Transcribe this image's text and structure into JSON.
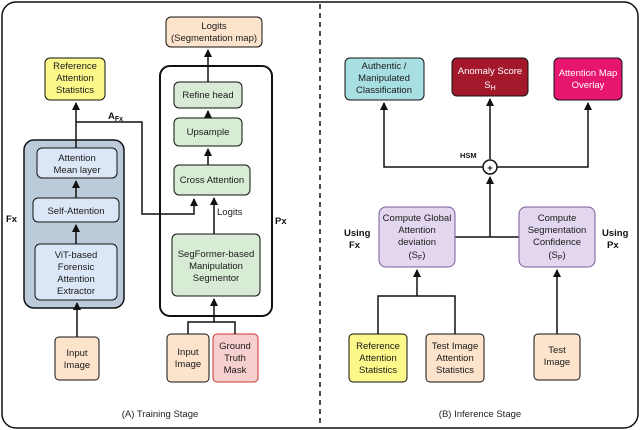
{
  "training": {
    "caption": "(A) Training Stage",
    "fx_label": "Fx",
    "px_label": "Px",
    "ref_stats": [
      "Reference",
      "Attention",
      "Statistics"
    ],
    "afx_label": "A",
    "afx_sub": "Fx",
    "attn_mean": [
      "Attention",
      "Mean layer"
    ],
    "self_attn": "Self-Attention",
    "vit": [
      "ViT-based",
      "Forensic",
      "Attention",
      "Extractor"
    ],
    "input_image": [
      "Input",
      "Image"
    ],
    "logits_seg": [
      "Logits",
      "(Segmentation map)"
    ],
    "refine": "Refine head",
    "upsample": "Upsample",
    "cross_attn": "Cross Attention",
    "logits": "Logits",
    "segformer": [
      "SegFormer-based",
      "Manipulation",
      "Segmentor"
    ],
    "input_image2": [
      "Input",
      "Image"
    ],
    "gt_mask": [
      "Ground",
      "Truth",
      "Mask"
    ]
  },
  "inference": {
    "caption": "(B) Inference Stage",
    "auth_class": [
      "Authentic /",
      "Manipulated",
      "Classification"
    ],
    "anomaly": [
      "Anomaly Score",
      "S",
      "H"
    ],
    "attn_overlay": [
      "Attention Map",
      "Overlay"
    ],
    "hsm": "HSM",
    "plus": "+",
    "global_dev": [
      "Compute Global",
      "Attention",
      "deviation"
    ],
    "sf": [
      "(S",
      "F",
      ")"
    ],
    "seg_conf": [
      "Compute",
      "Segmentation",
      "Confidence"
    ],
    "sp": [
      "(S",
      "P",
      ")"
    ],
    "using_fx": [
      "Using",
      "Fx"
    ],
    "using_px": [
      "Using",
      "Px"
    ],
    "ref_stats": [
      "Reference",
      "Attention",
      "Statistics"
    ],
    "test_stats": [
      "Test Image",
      "Attention",
      "Statistics"
    ],
    "test_image": [
      "Test",
      "Image"
    ]
  },
  "colors": {
    "input": "#fbe3cc",
    "yellow": "#fdf88a",
    "green": "#d8ecd5",
    "blue_box": "#dbe6f6",
    "blue_group": "#bccbda",
    "red_gt": "#f8cfcf",
    "purple": "#e3d6ef",
    "teal": "#a8dfe2",
    "darkred": "#a3182a",
    "magenta": "#e6166e"
  }
}
